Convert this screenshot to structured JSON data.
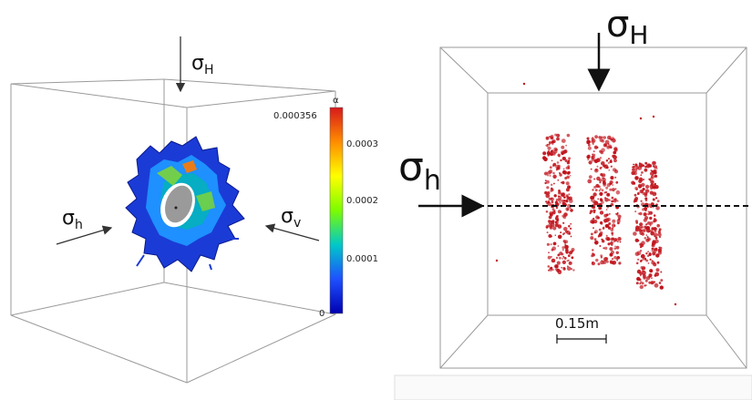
{
  "left_panel": {
    "labels": {
      "sigma_H": {
        "base": "σ",
        "sub": "H"
      },
      "sigma_h": {
        "base": "σ",
        "sub": "h"
      },
      "sigma_v": {
        "base": "σ",
        "sub": "v"
      }
    },
    "colorbar": {
      "title": "α",
      "max_label": "0.000356",
      "ticks": [
        "0.0003",
        "0.0002",
        "0.0001",
        "0"
      ],
      "colors": [
        "#d7191c",
        "#ff8c00",
        "#ffff00",
        "#7cfc00",
        "#00c8c8",
        "#1e50ff",
        "#0000b0"
      ]
    },
    "sphere_colors": {
      "outer": "#1b3bd6",
      "mid": "#1e90ff",
      "inner": "#00b4b4",
      "accent": "#7cd43a",
      "hole": "#9a9a9a",
      "hole_rim": "#ffffff"
    }
  },
  "right_panel": {
    "labels": {
      "sigma_H": {
        "base": "σ",
        "sub": "H"
      },
      "sigma_h": {
        "base": "σ",
        "sub": "h"
      }
    },
    "scale_bar": "0.15m",
    "cluster_color": "#c0141c"
  }
}
